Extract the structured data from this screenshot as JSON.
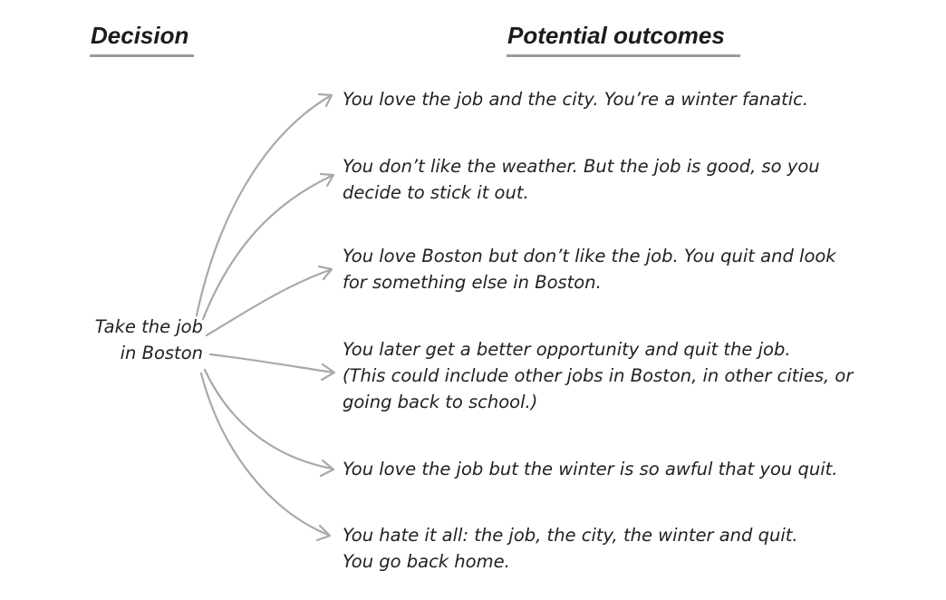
{
  "headers": {
    "decision": "Decision",
    "outcomes": "Potential outcomes"
  },
  "decision": {
    "lines": [
      "Take the job",
      "in Boston"
    ]
  },
  "outcomes": [
    {
      "lines": [
        "You love the job and the city. You’re a winter fanatic."
      ]
    },
    {
      "lines": [
        "You don’t like the weather. But the job is good, so you",
        "decide to stick it out."
      ]
    },
    {
      "lines": [
        "You love Boston but don’t like the job. You quit and look",
        "for something else in Boston."
      ]
    },
    {
      "lines": [
        "You later get a better opportunity and quit the job.",
        "(This could include other jobs in Boston, in other cities, or",
        "going back to school.)"
      ]
    },
    {
      "lines": [
        "You love the job but the winter is so awful that you quit."
      ]
    },
    {
      "lines": [
        "You hate it all: the job, the city, the winter and quit.",
        "You go back home."
      ]
    }
  ],
  "colors": {
    "arrow": "#a9a9a9",
    "underline": "#9c9c9c",
    "text": "#222222"
  }
}
